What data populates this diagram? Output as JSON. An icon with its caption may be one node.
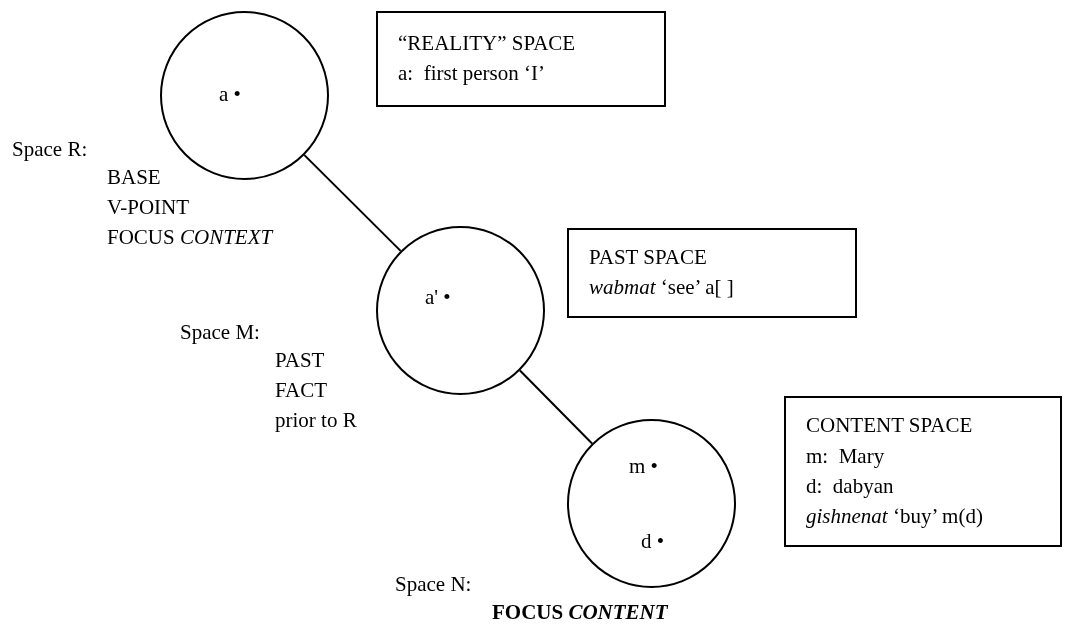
{
  "diagram": {
    "nodes": [
      {
        "text": [
          "a •"
        ],
        "beside": [
          "Space R:",
          "BASE",
          "V-POINT",
          "FOCUS *CONTEXT*"
        ]
      },
      {
        "text": [
          "“REALITY” SPACE",
          "a:  first person ‘I’"
        ]
      },
      {
        "text": [
          "a' •"
        ],
        "beside": [
          "Space M:",
          "PAST",
          "FACT",
          "prior to R"
        ]
      },
      {
        "text": [
          "PAST SPACE",
          "*wabmat* ‘see’ a[ ]"
        ]
      },
      {
        "text": [
          "m •",
          "d •"
        ],
        "beside": [
          "Space N:",
          "FOCUS *CONTENT*"
        ]
      },
      {
        "text": [
          "CONTENT SPACE",
          "m:  Mary",
          "d:  dabyan",
          "*gishnenat* ‘buy’ m(d)"
        ]
      }
    ],
    "edges": [
      {
        "from": 0,
        "to": 2,
        "arrow": "none"
      },
      {
        "from": 2,
        "to": 4,
        "arrow": "none"
      }
    ]
  }
}
